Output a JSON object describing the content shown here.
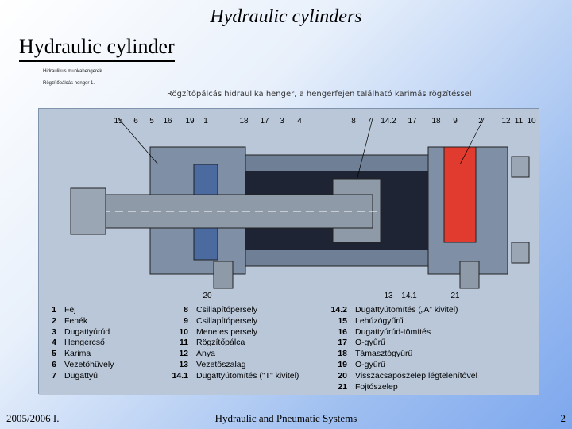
{
  "slide": {
    "header_title": "Hydraulic cylinders",
    "title": "Hydraulic cylinder",
    "small_line_1": "Hidraulikus munkahengerek",
    "small_line_2": "Rögzítőpálcás henger 1.",
    "caption": "Rögzítőpálcás hidraulika henger, a hengerfejen található karimás rögzítéssel"
  },
  "figure": {
    "callouts_top": [
      "15",
      "6",
      "5",
      "16",
      "19",
      "1",
      "18",
      "17",
      "3",
      "4",
      "8",
      "7",
      "14.2",
      "17",
      "18",
      "9",
      "2",
      "12",
      "11",
      "10"
    ],
    "callouts_bottom": [
      "20",
      "13",
      "14.1",
      "21"
    ],
    "colors": {
      "steel": "#8e9aa8",
      "body": "#6f7f95",
      "seal_red": "#e03b2e",
      "cut_blue": "#4a6aa0"
    }
  },
  "legend": {
    "col1": [
      {
        "num": "1",
        "text": "Fej"
      },
      {
        "num": "2",
        "text": "Fenék"
      },
      {
        "num": "3",
        "text": "Dugattyúrúd"
      },
      {
        "num": "4",
        "text": "Hengercső"
      },
      {
        "num": "5",
        "text": "Karima"
      },
      {
        "num": "6",
        "text": "Vezetőhüvely"
      },
      {
        "num": "7",
        "text": "Dugattyú"
      }
    ],
    "col2": [
      {
        "num": "8",
        "text": "Csillapítópersely"
      },
      {
        "num": "9",
        "text": "Csillapítópersely"
      },
      {
        "num": "10",
        "text": "Menetes persely"
      },
      {
        "num": "11",
        "text": "Rögzítőpálca"
      },
      {
        "num": "12",
        "text": "Anya"
      },
      {
        "num": "13",
        "text": "Vezetőszalag"
      },
      {
        "num": "14.1",
        "text": "Dugattyútömítés (\"T\" kivitel)"
      }
    ],
    "col3": [
      {
        "num": "14.2",
        "text": "Dugattyútömítés („A” kivitel)"
      },
      {
        "num": "15",
        "text": "Lehúzógyűrű"
      },
      {
        "num": "16",
        "text": "Dugattyúrúd-tömítés"
      },
      {
        "num": "17",
        "text": "O-gyűrű"
      },
      {
        "num": "18",
        "text": "Támasztógyűrű"
      },
      {
        "num": "19",
        "text": "O-gyűrű"
      },
      {
        "num": "20",
        "text": "Visszacsapószelep légtelenítővel"
      },
      {
        "num": "21",
        "text": "Fojtószelep"
      }
    ]
  },
  "footer": {
    "left": "2005/2006 I.",
    "center": "Hydraulic and Pneumatic Systems",
    "page": "2"
  }
}
